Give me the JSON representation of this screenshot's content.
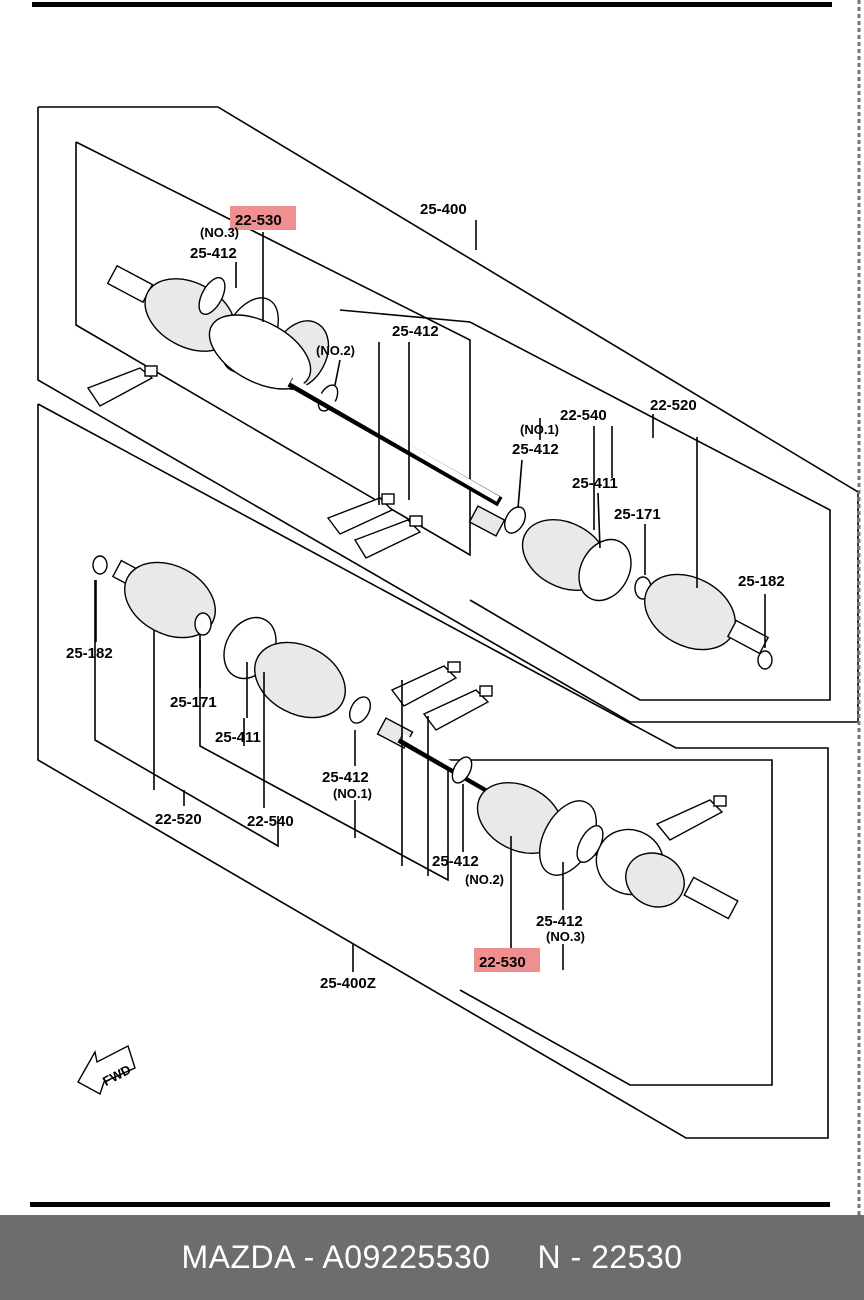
{
  "labels": {
    "top_22530": "22-530",
    "top_no3": "(NO.3)",
    "top_25412a": "25-412",
    "top_25400": "25-400",
    "top_25412b": "25-412",
    "top_no2": "(NO.2)",
    "top_no1": "(NO.1)",
    "top_22540": "22-540",
    "top_22520": "22-520",
    "top_25412c": "25-412",
    "top_25411": "25-411",
    "top_25171": "25-171",
    "top_25182": "25-182",
    "bot_25182": "25-182",
    "bot_25171": "25-171",
    "bot_25411": "25-411",
    "bot_25412a": "25-412",
    "bot_no1": "(NO.1)",
    "bot_22520": "22-520",
    "bot_22540": "22-540",
    "bot_25412b": "25-412",
    "bot_no2": "(NO.2)",
    "bot_25412c": "25-412",
    "bot_no3": "(NO.3)",
    "bot_22530": "22-530",
    "bot_25400z": "25-400Z",
    "fwd": "FWD"
  },
  "caption": "MAZDA - A09225530     N - 22530",
  "colors": {
    "highlight": "#f08f8f",
    "caption_bar": "#6d6d6d",
    "caption_text": "#ffffff",
    "line": "#000000"
  }
}
